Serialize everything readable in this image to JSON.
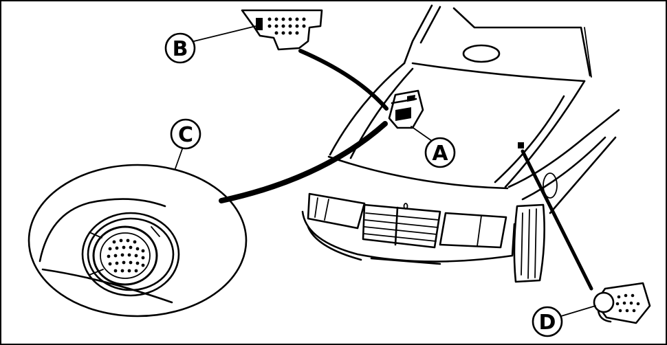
{
  "callouts": {
    "a": "A",
    "b": "B",
    "c": "C",
    "d": "D"
  }
}
